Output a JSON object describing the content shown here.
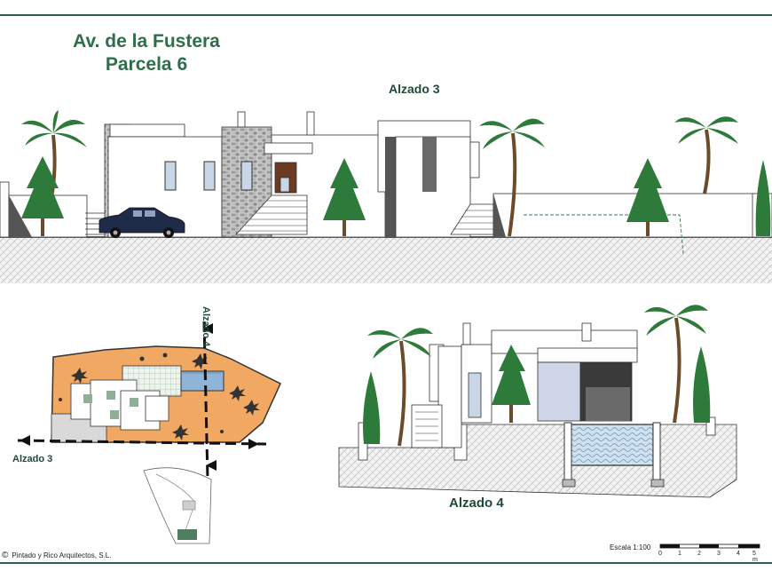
{
  "title": {
    "line1": "Av. de la Fustera",
    "line2": "Parcela 6"
  },
  "labels": {
    "alzado3_main": "Alzado 3",
    "alzado3_plan": "Alzado 3",
    "alzado4_plan": "Alzado 4",
    "alzado4_section": "Alzado 4"
  },
  "footer": {
    "copyright_symbol": "©",
    "credit": "Pintado y Rico Arquitectos, S.L.",
    "scale_text": "Escala 1:100",
    "scale_ticks": [
      "0",
      "1",
      "2",
      "3",
      "4",
      "5 m"
    ]
  },
  "colors": {
    "title_green": "#2f6e4a",
    "rule": "#2f5f46",
    "plot_orange": "#f1a862",
    "pool_blue": "#8fb4d8",
    "tree_green": "#2e7a3a"
  },
  "icons": [
    "copyright-icon",
    "palm-tree-icon",
    "cypress-tree-icon",
    "car-icon",
    "section-arrow-icon"
  ]
}
